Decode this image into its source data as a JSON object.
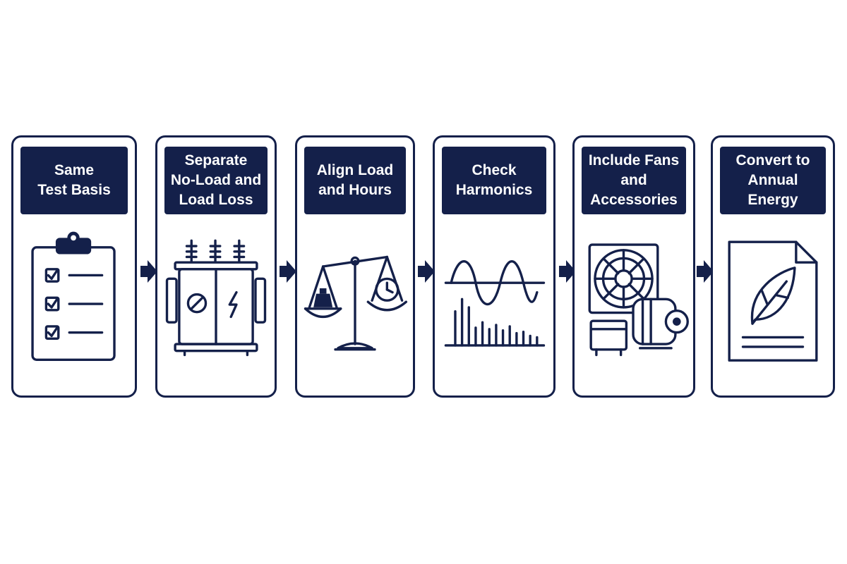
{
  "steps": [
    {
      "title": "Same\nTest Basis",
      "icon": "clipboard-checklist-icon"
    },
    {
      "title": "Separate\nNo-Load and\nLoad Loss",
      "icon": "transformer-icon"
    },
    {
      "title": "Align Load\nand Hours",
      "icon": "balance-scale-clock-icon"
    },
    {
      "title": "Check\nHarmonics",
      "icon": "waveform-harmonics-icon"
    },
    {
      "title": "Include Fans\nand\nAccessories",
      "icon": "fan-motor-icon"
    },
    {
      "title": "Convert to\nAnnual Energy",
      "icon": "document-leaf-icon"
    }
  ],
  "colors": {
    "ink": "#14204a",
    "background": "#ffffff"
  }
}
